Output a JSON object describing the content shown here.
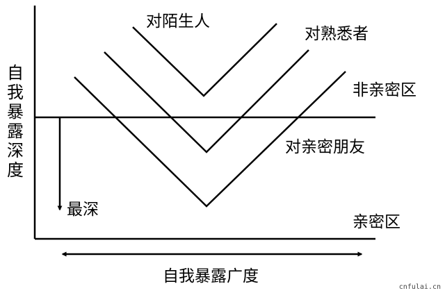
{
  "diagram": {
    "y_axis_label_chars": [
      "自",
      "我",
      "暴",
      "露",
      "深",
      "度"
    ],
    "x_axis_label": "自我暴露广度",
    "curve_labels": {
      "stranger": "对陌生人",
      "acquaintance": "对熟悉者",
      "close_friend": "对亲密朋友"
    },
    "zone_labels": {
      "non_intimate": "非亲密区",
      "intimate": "亲密区"
    },
    "depth_arrow_label": "最深",
    "watermark": "cnfulai.cn"
  }
}
